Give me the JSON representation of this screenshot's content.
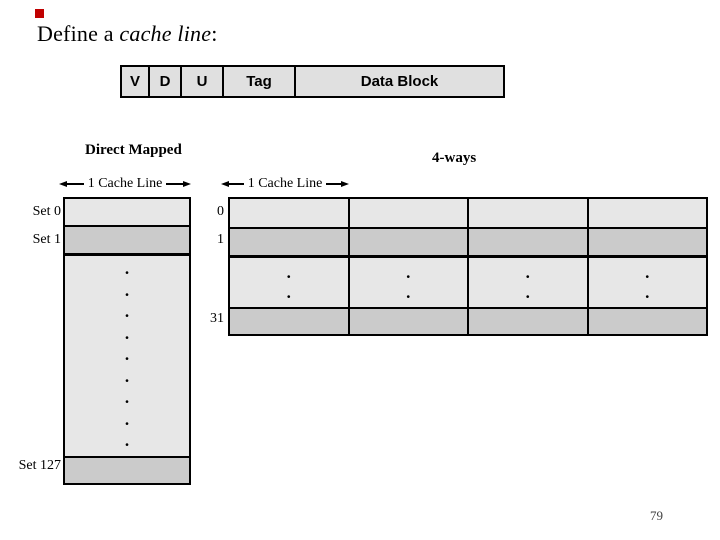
{
  "slide": {
    "title_prefix": "Define a ",
    "title_emphasis": "cache line",
    "title_suffix": ":",
    "page_number": "79",
    "accent_color": "#c00000",
    "background_color": "#ffffff"
  },
  "cache_line_fields": {
    "cells": [
      "V",
      "D",
      "U",
      "Tag",
      "Data Block"
    ],
    "fill_color": "#e0e0e0"
  },
  "direct_mapped": {
    "heading": "Direct Mapped",
    "width_label": "1 Cache Line",
    "set_labels": [
      "Set 0",
      "Set 1",
      "Set 127"
    ],
    "ellipsis": ".\n.\n.\n.\n.\n.\n.\n.\n.",
    "row_light_color": "#e7e7e7",
    "row_dark_color": "#cbcbcb"
  },
  "four_way": {
    "heading": "4-ways",
    "width_label": "1 Cache Line",
    "row_labels": [
      "0",
      "1",
      "31"
    ],
    "num_ways": 4,
    "ellipsis": ".\n."
  }
}
